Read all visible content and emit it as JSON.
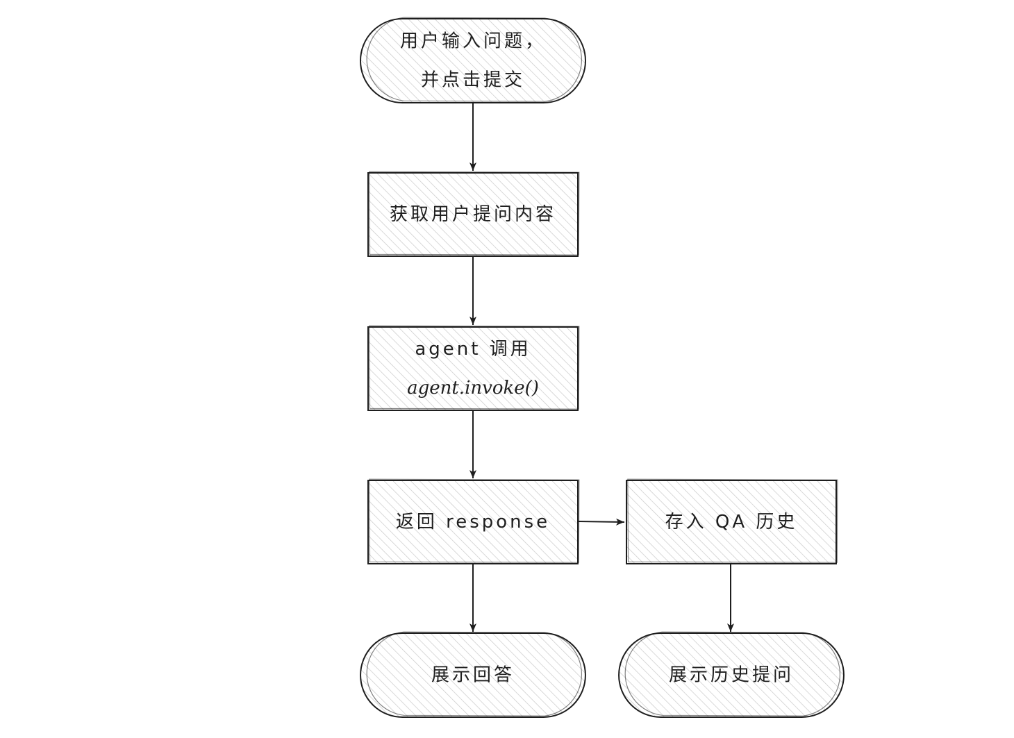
{
  "diagram": {
    "nodes": [
      {
        "id": "input",
        "shape": "terminal",
        "lines": [
          "用户输入问题，",
          "并点击提交"
        ]
      },
      {
        "id": "fetch",
        "shape": "process",
        "lines": [
          "获取用户提问内容"
        ]
      },
      {
        "id": "invoke",
        "shape": "process",
        "lines": [
          "agent 调用",
          "agent.invoke()"
        ]
      },
      {
        "id": "response",
        "shape": "process",
        "lines": [
          "返回 response"
        ]
      },
      {
        "id": "store",
        "shape": "process",
        "lines": [
          "存入 QA 历史"
        ]
      },
      {
        "id": "show_answer",
        "shape": "terminal",
        "lines": [
          "展示回答"
        ]
      },
      {
        "id": "show_history",
        "shape": "terminal",
        "lines": [
          "展示历史提问"
        ]
      }
    ],
    "edges": [
      {
        "from": "input",
        "to": "fetch"
      },
      {
        "from": "fetch",
        "to": "invoke"
      },
      {
        "from": "invoke",
        "to": "response"
      },
      {
        "from": "response",
        "to": "store"
      },
      {
        "from": "response",
        "to": "show_answer"
      },
      {
        "from": "store",
        "to": "show_history"
      }
    ],
    "colors": {
      "stroke": "#1e1e1e",
      "hatch": "#c9c9c9",
      "background": "#ffffff"
    }
  }
}
